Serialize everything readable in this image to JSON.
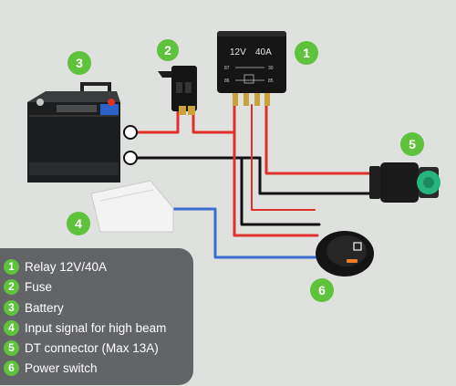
{
  "relay": {
    "rating_voltage": "12V",
    "rating_current": "40A",
    "pin_87": "87",
    "pin_30": "30",
    "pin_86": "86",
    "pin_85": "85"
  },
  "callouts": [
    {
      "num": "1"
    },
    {
      "num": "2"
    },
    {
      "num": "3"
    },
    {
      "num": "4"
    },
    {
      "num": "5"
    },
    {
      "num": "6"
    }
  ],
  "legend": [
    {
      "num": "1",
      "label": "Relay 12V/40A"
    },
    {
      "num": "2",
      "label": "Fuse"
    },
    {
      "num": "3",
      "label": "Battery"
    },
    {
      "num": "4",
      "label": "Input signal for high beam"
    },
    {
      "num": "5",
      "label": "DT connector (Max 13A)"
    },
    {
      "num": "6",
      "label": "Power switch"
    }
  ],
  "colors": {
    "callout_green": "#5fc23c",
    "wire_red": "#e0302b",
    "wire_black": "#111111",
    "wire_blue": "#3a6fd0",
    "legend_bg": "#626467"
  }
}
